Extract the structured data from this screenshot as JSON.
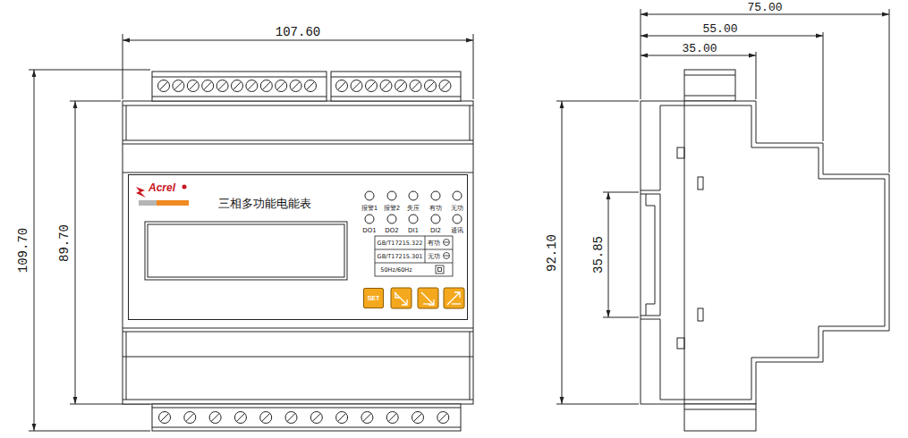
{
  "diagram": {
    "nodes": [
      {
        "text": [
          "Acrel",
          "三相多功能电能表"
        ]
      },
      {
        "text": [
          "SET"
        ],
        "in": 0
      }
    ],
    "labels": [
      "107.60",
      "109.70",
      "89.70",
      "报警1",
      "报警2",
      "失压",
      "有功",
      "无功",
      "DO1",
      "DO2",
      "DI1",
      "DI2",
      "通讯",
      "GB/T17215.322",
      "有功",
      "GB/T17215.301",
      "无功",
      "50Hz/60Hz",
      "75.00",
      "55.00",
      "35.00",
      "92.10",
      "35.85"
    ]
  }
}
